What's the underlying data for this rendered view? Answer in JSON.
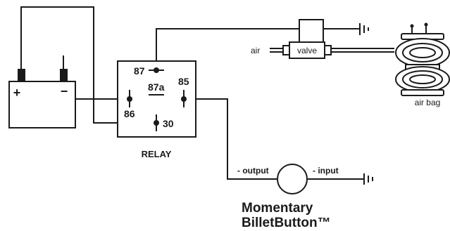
{
  "battery": {
    "positive": "+",
    "negative": "−"
  },
  "relay": {
    "label": "RELAY",
    "pins": {
      "p87": "87",
      "p87a": "87a",
      "p85": "85",
      "p86": "86",
      "p30": "30"
    }
  },
  "valve": {
    "label": "valve",
    "inlet_label": "air"
  },
  "airbag": {
    "label": "air bag"
  },
  "switch": {
    "output_label": "- output",
    "input_label": "- input",
    "name_line1": "Momentary",
    "name_line2": "BilletButton™"
  },
  "icons": [
    "ground-icon",
    "battery-icon",
    "air-bag-icon",
    "push-button-icon"
  ]
}
